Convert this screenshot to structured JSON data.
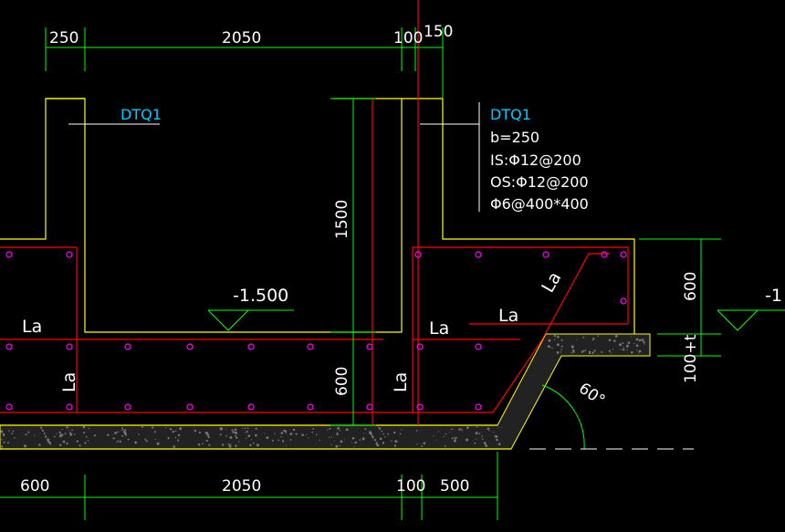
{
  "colors": {
    "background": "#000000",
    "dimension": "#00ff00",
    "outline": "#ffff00",
    "rebar": "#ff0000",
    "text": "#ffffff",
    "tag": "#00ccff",
    "rebar_dot": "#ff00ff",
    "concrete": "#777777"
  },
  "top_dims": [
    "250",
    "2050",
    "100",
    "150"
  ],
  "bottom_dims": [
    "600",
    "2050",
    "100",
    "500"
  ],
  "vertical_dims": {
    "wall_height": "1500",
    "slab_left": "600",
    "slab_right": "600",
    "pad_thickness": "100+t"
  },
  "elevations": {
    "main": "-1.500",
    "right": "-1"
  },
  "anchor_label": "La",
  "angle_label": "60°",
  "wall_tags": {
    "left": "DTQ1",
    "right": {
      "name": "DTQ1",
      "thickness": "b=250",
      "inner": "IS:Φ12@200",
      "outer": "OS:Φ12@200",
      "tie": "Φ6@400*400"
    }
  }
}
